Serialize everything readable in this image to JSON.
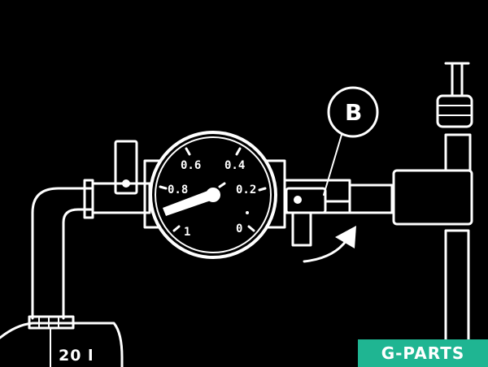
{
  "diagram": {
    "dial_labels": [
      "0.6",
      "0.4",
      "0.8",
      "0.2",
      "1",
      "0"
    ],
    "callout_label": "B",
    "tank_label": "20 l"
  },
  "watermark": {
    "text": "G-PARTS",
    "color": "#1fb592"
  }
}
